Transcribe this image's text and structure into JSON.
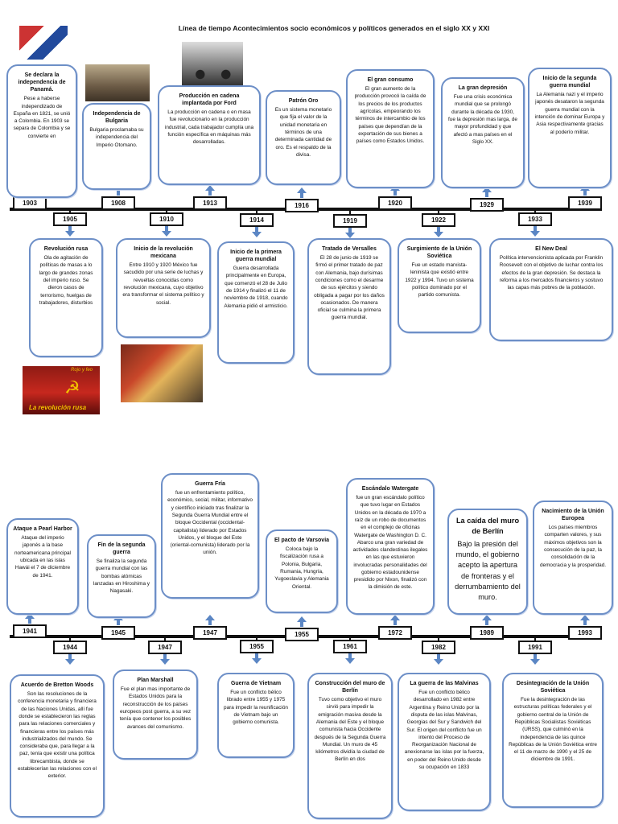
{
  "title": "Línea de tiempo Acontecimientos socio económicos y políticos generados en el siglo XX y XXI",
  "timeline1": {
    "years_top": [
      "1903",
      "1908",
      "1913",
      "1916",
      "1920",
      "1929",
      "1939"
    ],
    "years_bottom": [
      "1905",
      "1910",
      "1914",
      "1919",
      "1922",
      "1933"
    ],
    "cards_top": [
      {
        "title": "Se declara la independencia de Panamá.",
        "text": "Pese a haberse independizado de España en 1821, se unió a Colombia. En 1903 se separa de Colombia y se convierte en"
      },
      {
        "title": "Independencia de Bulgaria",
        "text": "Bulgaria proclamaba su independencia del Imperio Otomano."
      },
      {
        "title": "Producción en cadena implantada por Ford",
        "text": "La producción en cadena o en masa fue revolucionario en la producción industrial, cada trabajador cumplía una función específica en máquinas más desarrolladas."
      },
      {
        "title": "Patrón Oro",
        "text": "Es un sistema monetario que fija el valor de la unidad monetaria en términos de una determinada cantidad de oro. Es el respaldo de la divisa."
      },
      {
        "title": "El gran consumo",
        "text": "El gran aumento de la producción provocó la caída de los precios de los productos agrícolas, empeorando los términos de intercambio de los países que dependían de la exportación de sus bienes a países como Estados Unidos."
      },
      {
        "title": "La gran depresión",
        "text": "Fue una crisis económica mundial que se prolongó durante la década de 1930, fue la depresión mas larga, de mayor profundidad y que afectó a mas países en el Siglo XX."
      },
      {
        "title": "Inicio de la segunda guerra mundial",
        "text": "La Alemania nazi y el imperio japonés desataron la segunda guerra mundial con la intención de dominar Europa y Asia respectivamente gracias al poderío militar."
      }
    ],
    "cards_bottom": [
      {
        "title": "Revolución rusa",
        "text": "Ola de agitación de políticas de masas a lo largo de grandes zonas del imperio ruso. Se dieron casos de terrorismo, huelgas de trabajadores, disturbios"
      },
      {
        "title": "Inicio de la revolución mexicana",
        "text": "Entre 1910 y 1920 México fue sacudido por una serie de luchas y revueltas conocidas como revolución mexicana, cuyo objetivo era transformar el sistema político y social."
      },
      {
        "title": "Inicio de la primera guerra mundial",
        "text": "Guerra desarrollada principalmente en Europa, que comenzó el 28 de Julio de 1914 y finalizó el 11 de noviembre de 1918, cuando Alemania pidió el armisticio."
      },
      {
        "title": "Tratado de Versalles",
        "text": "El 28 de junio de 1919 se firmó el primer tratado de paz con Alemania, bajo durísimas condiciones como el desarme de sus ejércitos y siendo obligada a pagar por los daños ocasionados. De manera oficial se culmina la primera guerra mundial."
      },
      {
        "title": "Surgimiento de la Unión Soviética",
        "text": "Fue un estado marxista-leninista que existió entre 1922 y 1994. Tuvo un sistema político dominado por el partido comunista."
      },
      {
        "title": "El New Deal",
        "text": "Política intervencionista aplicada por Franklin Roosevelt con el objetivo de luchar contra los efectos de la gran depresión. Se destaca la reforma a los mercados financieros y sostuvo las capas más pobres de la población."
      }
    ],
    "image_caption": "La revolución rusa",
    "image_caption_small": "Rojo y feo"
  },
  "timeline2": {
    "years_top": [
      "1941",
      "1945",
      "1947",
      "1955",
      "1972",
      "1989",
      "1993"
    ],
    "years_bottom": [
      "1944",
      "1947",
      "1955",
      "1961",
      "1982",
      "1991"
    ],
    "cards_top": [
      {
        "title": "Ataque a Pearl Harbor",
        "text": "Ataque del imperio japonés a la base norteamericana principal ubicada en las islas Hawái el 7 de diciembre de 1941."
      },
      {
        "title": "Fin de la segunda guerra",
        "text": "Se finaliza la segunda guerra mundial con las bombas atómicas lanzadas en Hiroshima y Nagasaki."
      },
      {
        "title": "Guerra Fría",
        "text": "fue un enfrentamiento político, económico, social, militar, informativo y científico iniciado tras finalizar la Segunda Guerra Mundial entre el bloque Occidental (occidental-capitalista) liderado por Estados Unidos, y el bloque del Este (oriental-comunista) liderado por la unión."
      },
      {
        "title": "El pacto de Varsovia",
        "text": "Coloca bajo la fiscalización rusa a Polonia, Bulgaria, Rumania, Hungría, Yugoeslavia y Alemania Oriental."
      },
      {
        "title": "Escándalo Watergate",
        "text": "fue un gran escándalo político que tuvo lugar en Estados Unidos en la década de 1970 a raíz de un robo de documentos en el complejo de oficinas Watergate de Washington D. C. Abarco una gran variedad de actividades clandestinas ilegales en las que estuvieron involucradas personalidades del gobierno estadounidense presidido por Nixon, finalizó con la dimisión de este."
      },
      {
        "title": "La caída del muro de Berlín",
        "text": "Bajo la presión del mundo, el gobierno acepto la apertura de fronteras y el derrumbamiento del muro."
      },
      {
        "title": "Nacimiento de la Unión Europea",
        "text": "Los países miembros comparten valores, y sus máximos objetivos son la consecución de la paz, la consolidación de la democracia y la prosperidad."
      }
    ],
    "cards_bottom": [
      {
        "title": "Acuerdo de Bretton Woods",
        "text": "Son las resoluciones de la conferencia monetaria y financiera de las Naciones Unidas, allí fue donde se establecieron las reglas para las relaciones comerciales y financieras entre los países más industrializados del mundo. Se consideraba que, para llegar a la paz, tenía que existir una política librecambista, donde se establecerían las relaciones con el exterior."
      },
      {
        "title": "Plan Marshall",
        "text": "Fue el plan mas importante de Estados Unidos para la reconstrucción de los países europeos post guerra, a su vez tenía que contener los posibles avances del comunismo."
      },
      {
        "title": "Guerra de Vietnam",
        "text": "Fue un conflicto bélico librado entre 1955 y 1975 para impedir la reunificación de Vietnam bajo un gobierno comunista."
      },
      {
        "title": "Construcción del muro de Berlín",
        "text": "Tuvo como objetivo el muro sirvió para impedir la emigración masiva desde la Alemania del Este y el bloque comunista hacia Occidente después de la Segunda Guerra Mundial. Un muro de 45 kilómetros dividía la ciudad de Berlín en dos"
      },
      {
        "title": "La guerra de las Malvinas",
        "text": "Fue un conflicto bélico desarrollado en 1982 entre Argentina y Reino Unido por la disputa de las islas Malvinas, Georgias del Sur y Sandwich del Sur. El origen del conflicto fue un intento del Proceso de Reorganización Nacional de anexionarse las islas por la fuerza, en poder del Reino Unido desde su ocupación en 1833"
      },
      {
        "title": "Desintegración de la Unión Soviética",
        "text": "Fue la desintegración de las estructuras políticas federales y el gobierno central de la Unión de Repúblicas Socialistas Soviéticas (URSS), que culminó en la independencia de las quince Repúblicas de la Unión Soviética entre el 11 de marzo de 1990 y el 25 de diciembre de 1991."
      }
    ]
  },
  "colors": {
    "border": "#6d8fc7",
    "arrow": "#5b86c4",
    "line": "#111111"
  }
}
